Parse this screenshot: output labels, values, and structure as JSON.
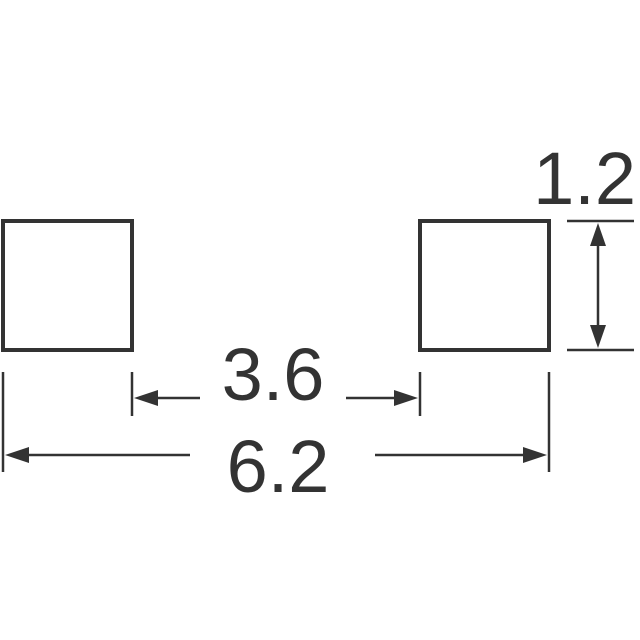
{
  "dimensions": {
    "pad_height": "1.2",
    "inner_gap": "3.6",
    "overall_width": "6.2"
  },
  "colors": {
    "stroke": "#333333",
    "background": "#ffffff"
  }
}
